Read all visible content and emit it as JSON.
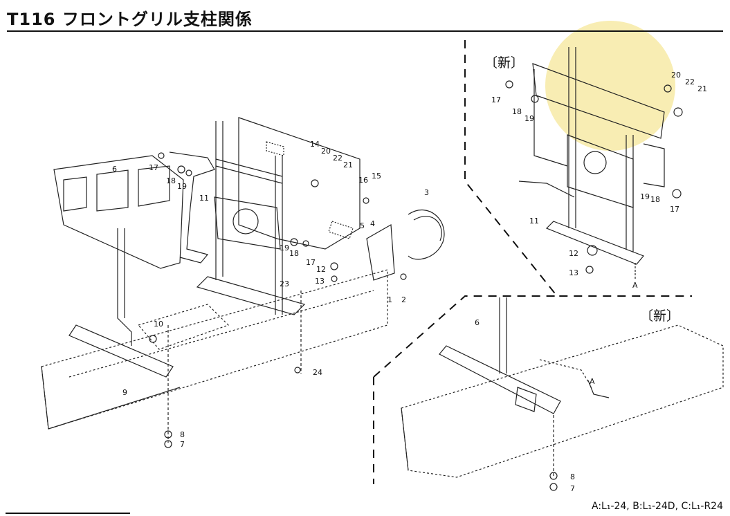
{
  "title": "T116 フロントグリル支柱関係",
  "notes": {
    "new_main": "〔新〕",
    "new_bottom": "〔新〕"
  },
  "footer_models": "A:L₁-24,  B:L₁-24D,  C:L₁-R24",
  "callouts_main": [
    "6",
    "11",
    "14",
    "20",
    "22",
    "21",
    "16",
    "15",
    "3",
    "17",
    "18",
    "19",
    "5",
    "4",
    "19",
    "18",
    "17",
    "12",
    "13",
    "23",
    "1",
    "2",
    "10",
    "9",
    "8",
    "7",
    "24"
  ],
  "callouts_inset_top": [
    "17",
    "18",
    "19",
    "20",
    "22",
    "21",
    "11",
    "12",
    "13",
    "19",
    "18",
    "17",
    "A"
  ],
  "callouts_inset_bottom": [
    "6",
    "A",
    "8",
    "7"
  ]
}
